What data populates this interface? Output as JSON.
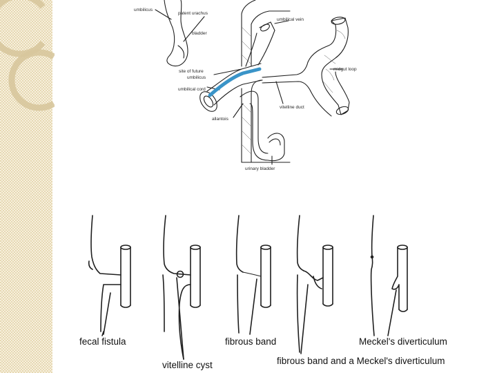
{
  "theme": {
    "panel_base": "#f7f0de",
    "panel_check": "#e6d8b2",
    "panel_circle": "#d7c79c",
    "ink": "#1e1e1e",
    "highlight": "#3a94c8"
  },
  "top_figure": {
    "labels": {
      "umbilicus": "umbilicus",
      "patent_urachus": "patent urachus",
      "bladder": "bladder",
      "umbilical_vein": "umbilical vein",
      "midgut_loop": "midgut loop",
      "site_line1": "site of future",
      "site_line2": "umbilicus",
      "umbilical_cord": "umbilical cord",
      "vitelline_duct": "vitelline duct",
      "allantois": "allantois",
      "urinary_bladder": "urinary bladder"
    },
    "icons": [
      "umbilical-cord-icon",
      "midgut-loop-icon",
      "bladder-icon"
    ]
  },
  "bottom_figure": {
    "labels": {
      "fecal_fistula": "fecal fistula",
      "vitelline_cyst": "vitelline cyst",
      "fibrous_band": "fibrous band",
      "fibrous_band_meckel": "fibrous band and a Meckel's diverticulum",
      "meckels_diverticulum": "Meckel's diverticulum"
    },
    "panels": [
      "fecal-fistula",
      "vitelline-cyst",
      "fibrous-band",
      "fibrous-band-and-meckel",
      "meckels-diverticulum"
    ]
  }
}
